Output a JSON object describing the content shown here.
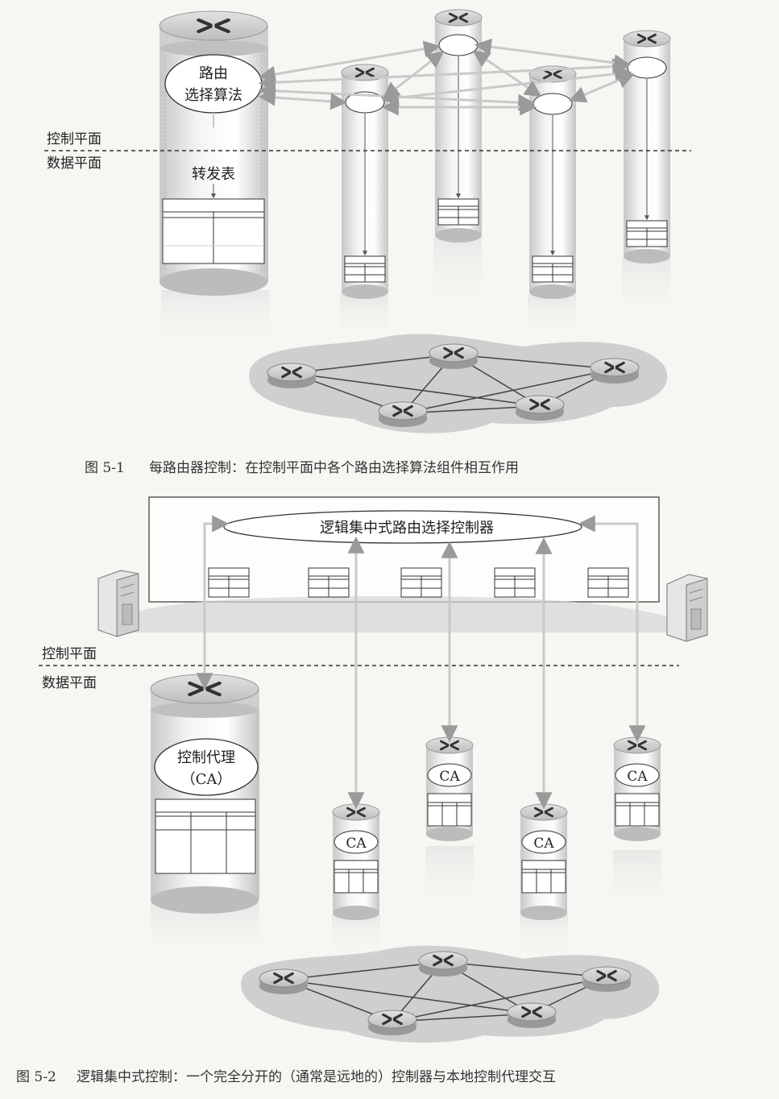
{
  "fig1": {
    "routing_algorithm_line1": "路由",
    "routing_algorithm_line2": "选择算法",
    "control_plane": "控制平面",
    "data_plane": "数据平面",
    "forwarding_table": "转发表",
    "caption_number": "图 5-1",
    "caption_text": "每路由器控制：在控制平面中各个路由选择算法组件相互作用"
  },
  "fig2": {
    "controller_label": "逻辑集中式路由选择控制器",
    "control_plane": "控制平面",
    "data_plane": "数据平面",
    "control_agent_line1": "控制代理",
    "control_agent_line2": "（CA）",
    "ca_label": "CA",
    "caption_number": "图 5-2",
    "caption_text": "逻辑集中式控制：一个完全分开的（通常是远地的）控制器与本地控制代理交互"
  },
  "colors": {
    "background": "#f6f6f3",
    "arrow_gray": "#c9c9c9",
    "router_body": "#dadada",
    "network_cloud": "#c4c4c4"
  },
  "icons": [
    "router-icon",
    "server-icon",
    "forwarding-table-icon"
  ]
}
